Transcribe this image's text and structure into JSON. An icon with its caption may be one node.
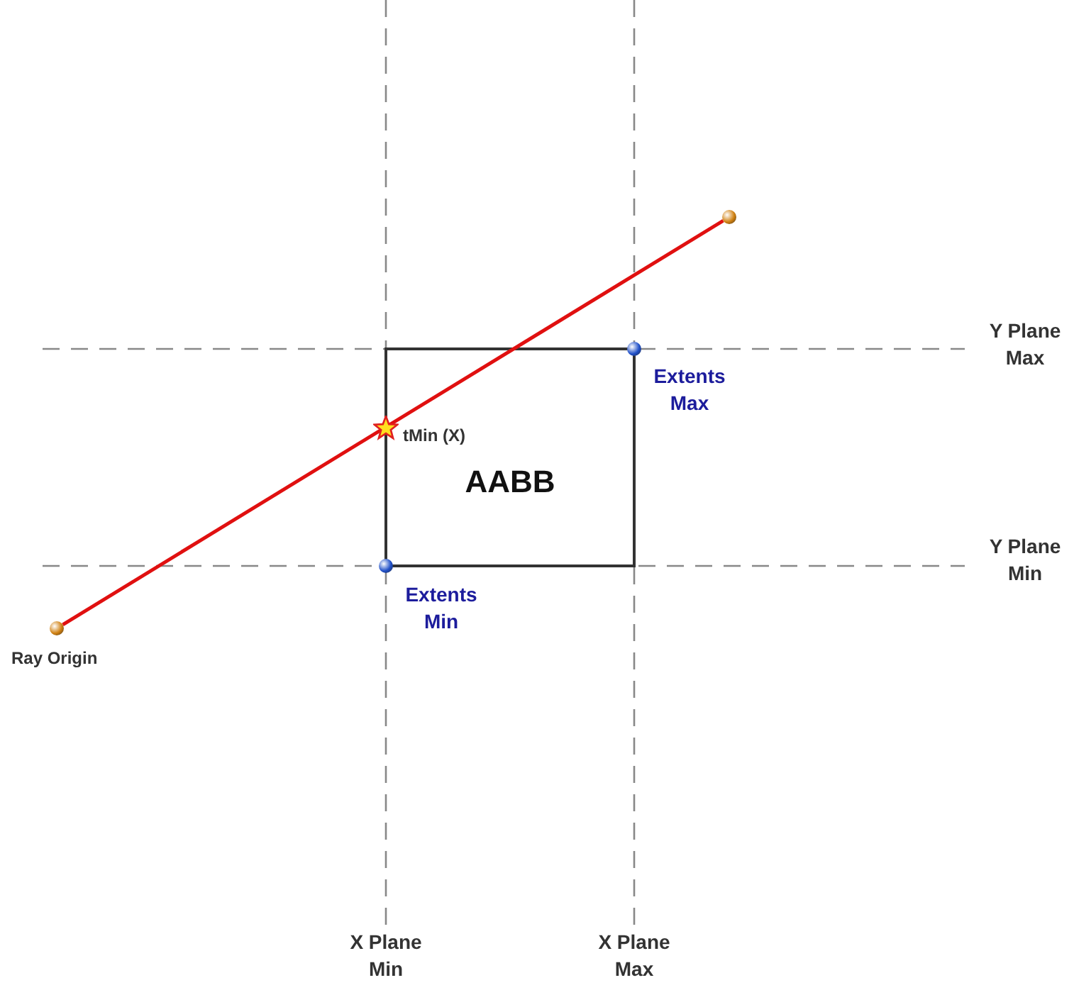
{
  "diagram": {
    "nodes": [
      {
        "text": [
          "AABB"
        ]
      },
      {
        "text": [],
        "shape": "circle",
        "beside": [
          "Ray Origin"
        ]
      },
      {
        "text": [],
        "shape": "circle"
      },
      {
        "text": [],
        "shape": "star",
        "beside": [
          "tMin (X)"
        ]
      },
      {
        "text": [],
        "shape": "circle",
        "beside": [
          "Extents Max"
        ]
      },
      {
        "text": [],
        "shape": "circle",
        "beside": [
          "Extents Min"
        ]
      }
    ],
    "edges": [
      {
        "from": 1,
        "to": 2,
        "arrow": "none"
      }
    ],
    "labels": [
      "Y Plane Max",
      "Y Plane Min",
      "X Plane Min",
      "X Plane Max"
    ]
  }
}
